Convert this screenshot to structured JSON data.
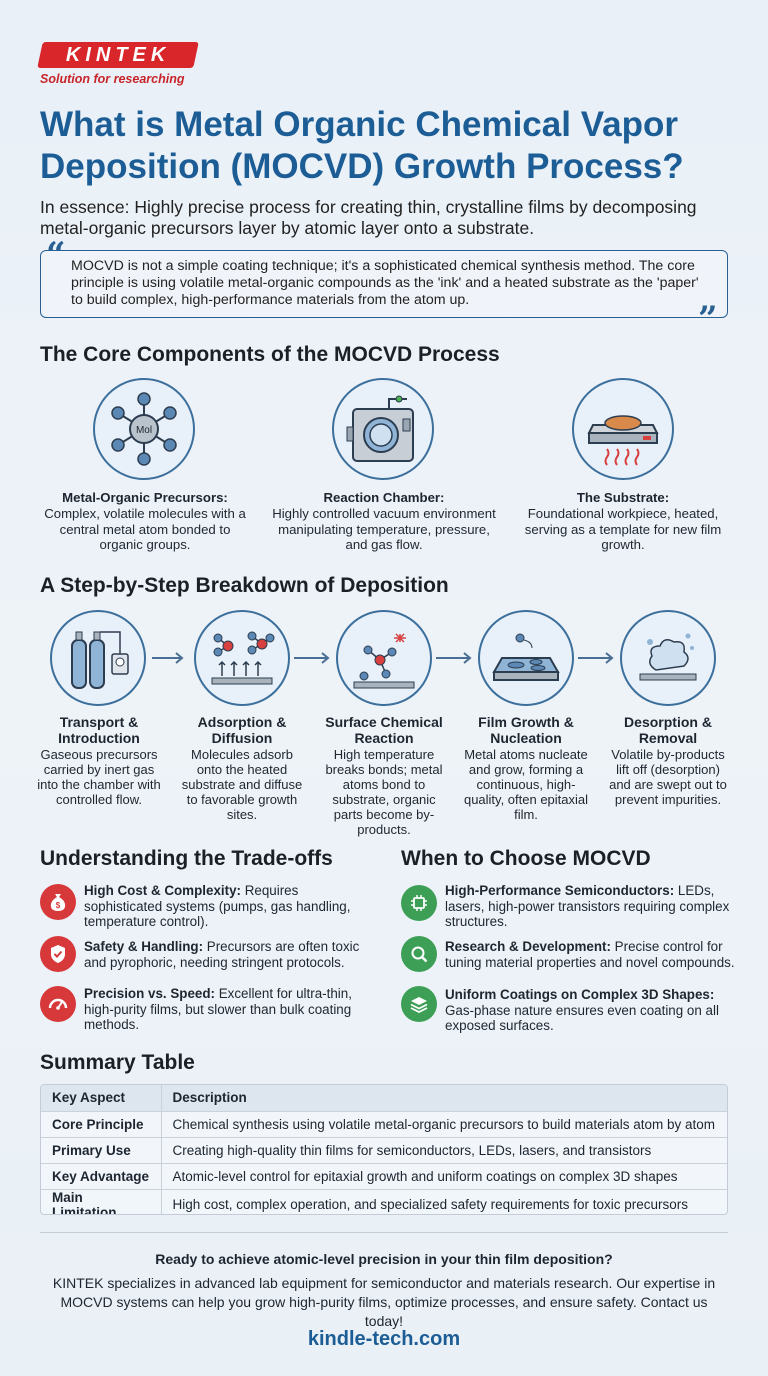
{
  "brand": {
    "logo_text": "KINTEK",
    "tagline": "Solution for researching"
  },
  "title": "What is Metal Organic Chemical Vapor Deposition (MOCVD) Growth Process?",
  "essence": "In essence: Highly precise process for creating thin, crystalline films by decomposing metal-organic precursors layer by atomic layer onto a substrate.",
  "quote": "MOCVD is not a simple coating technique; it's a sophisticated chemical synthesis method. The core principle is using volatile metal-organic compounds as the 'ink' and a heated substrate as the 'paper' to build complex, high-performance materials from the atom up.",
  "core": {
    "heading": "The Core Components of the MOCVD Process",
    "items": [
      {
        "title": "Metal-Organic Precursors:",
        "desc": "Complex, volatile molecules with a central metal atom bonded to organic groups.",
        "icon": "molecule-icon",
        "icon_label": "Mol"
      },
      {
        "title": "Reaction Chamber:",
        "desc": "Highly controlled vacuum environment manipulating temperature, pressure, and gas flow.",
        "icon": "reaction-chamber-icon"
      },
      {
        "title": "The Substrate:",
        "desc": "Foundational workpiece, heated, serving as a template for new film growth.",
        "icon": "heated-substrate-icon"
      }
    ]
  },
  "steps": {
    "heading": "A Step-by-Step Breakdown of Deposition",
    "items": [
      {
        "title": "Transport & Introduction",
        "desc": "Gaseous precursors carried by inert gas into the chamber with controlled flow.",
        "icon": "gas-cylinder-icon"
      },
      {
        "title": "Adsorption & Diffusion",
        "desc": "Molecules adsorb onto the heated substrate and diffuse to favorable growth sites.",
        "icon": "adsorption-icon"
      },
      {
        "title": "Surface Chemical Reaction",
        "desc": "High temperature breaks bonds; metal atoms bond to substrate, organic parts become by-products.",
        "icon": "surface-reaction-icon"
      },
      {
        "title": "Film Growth & Nucleation",
        "desc": "Metal atoms nucleate and grow, forming a continuous, high-quality, often epitaxial film.",
        "icon": "film-growth-icon"
      },
      {
        "title": "Desorption & Removal",
        "desc": "Volatile by-products lift off (desorption) and are swept out to prevent impurities.",
        "icon": "desorption-icon"
      }
    ]
  },
  "tradeoffs": {
    "heading": "Understanding the Trade-offs",
    "items": [
      {
        "label": "High Cost & Complexity:",
        "text": " Requires sophisticated systems (pumps, gas handling, temperature control).",
        "icon": "money-bag-icon"
      },
      {
        "label": "Safety & Handling:",
        "text": " Precursors are often toxic and pyrophoric, needing stringent protocols.",
        "icon": "shield-check-icon"
      },
      {
        "label": "Precision vs. Speed:",
        "text": " Excellent for ultra-thin, high-purity films, but slower than bulk coating methods.",
        "icon": "speedometer-icon"
      }
    ]
  },
  "choose": {
    "heading": "When to Choose MOCVD",
    "items": [
      {
        "label": "High-Performance Semiconductors:",
        "text": " LEDs, lasers, high-power transistors requiring complex structures.",
        "icon": "chip-icon"
      },
      {
        "label": "Research & Development:",
        "text": " Precise control for tuning material properties and novel compounds.",
        "icon": "magnifier-icon"
      },
      {
        "label": "Uniform Coatings on Complex 3D Shapes:",
        "text": " Gas-phase nature ensures even coating on all exposed surfaces.",
        "icon": "layers-icon"
      }
    ]
  },
  "summary": {
    "heading": "Summary Table",
    "columns": [
      "Key Aspect",
      "Description"
    ],
    "rows": [
      [
        "Core Principle",
        "Chemical synthesis using volatile metal-organic precursors to build materials atom by atom"
      ],
      [
        "Primary Use",
        "Creating high-quality thin films for semiconductors, LEDs, lasers, and transistors"
      ],
      [
        "Key Advantage",
        "Atomic-level control for epitaxial growth and uniform coatings on complex 3D shapes"
      ],
      [
        "Main Limitation",
        "High cost, complex operation, and specialized safety requirements for toxic precursors"
      ]
    ]
  },
  "cta": {
    "heading": "Ready to achieve atomic-level precision in your thin film deposition?",
    "body": "KINTEK specializes in advanced lab equipment for semiconductor and materials research. Our expertise in MOCVD systems can help you grow high-purity films, optimize processes, and ensure safety. Contact us today!",
    "site": "kindle-tech.com"
  },
  "colors": {
    "title_blue": "#1c5d96",
    "brand_red": "#d9262a",
    "tradeoff_red": "#d7383a",
    "choose_green": "#3c9f55"
  }
}
